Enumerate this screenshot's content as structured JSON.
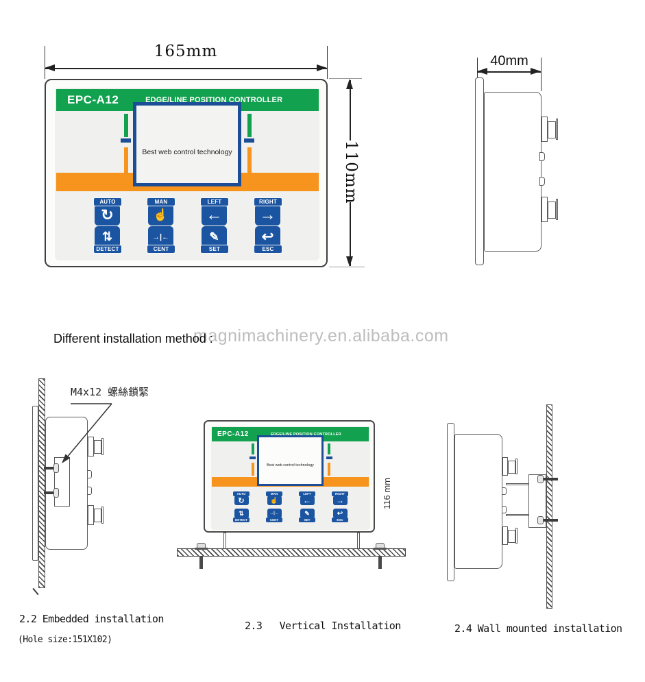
{
  "colors": {
    "green": "#12A24F",
    "orange": "#F7941D",
    "navy": "#1B4E96",
    "button_blue": "#1B55A1",
    "watermark_gray": "#BDBDBD"
  },
  "front_view": {
    "model": "EPC-A12",
    "header_title": "EDGE/LINE POSITION CONTROLLER",
    "screen_text": "Best web control technology",
    "width_dim": "165mm",
    "height_dim": "110mm"
  },
  "side_view": {
    "depth_dim": "40mm"
  },
  "buttons": [
    {
      "id": "auto",
      "label": "AUTO",
      "icon": "↻"
    },
    {
      "id": "man",
      "label": "MAN",
      "icon": "☝"
    },
    {
      "id": "left",
      "label": "LEFT",
      "icon": "←"
    },
    {
      "id": "right",
      "label": "RIGHT",
      "icon": "→"
    },
    {
      "id": "detect",
      "label": "DETECT",
      "icon": "⇅"
    },
    {
      "id": "cent",
      "label": "CENT",
      "icon": "→|←"
    },
    {
      "id": "set",
      "label": "SET",
      "icon": "✎"
    },
    {
      "id": "esc",
      "label": "ESC",
      "icon": "↩"
    }
  ],
  "heading": {
    "text": "Different installation method :"
  },
  "watermark": {
    "text": "magnimachinery.en.alibaba.com"
  },
  "installations": {
    "embedded": {
      "callout": "M4x12 螺絲鎖緊",
      "caption": "2.2 Embedded installation",
      "subcaption": "(Hole size:151X102)"
    },
    "vertical": {
      "caption": "2.3   Vertical Installation",
      "height_dim": "116 mm"
    },
    "wall": {
      "caption": "2.4 Wall mounted installation"
    }
  }
}
